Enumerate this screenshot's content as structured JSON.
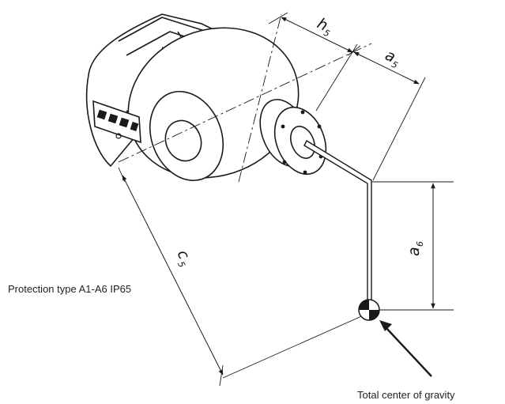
{
  "captions": {
    "protection_type": "Protection type A1-A6 IP65",
    "center_of_gravity": "Total center of gravity"
  },
  "dimensions": {
    "h": {
      "symbol": "h",
      "subscript": "5"
    },
    "a5": {
      "symbol": "a",
      "subscript": "5"
    },
    "a6": {
      "symbol": "a",
      "subscript": "6"
    },
    "c5": {
      "symbol": "c",
      "subscript": "5"
    }
  },
  "colors": {
    "line": "#1a1a1a",
    "background": "#ffffff"
  }
}
